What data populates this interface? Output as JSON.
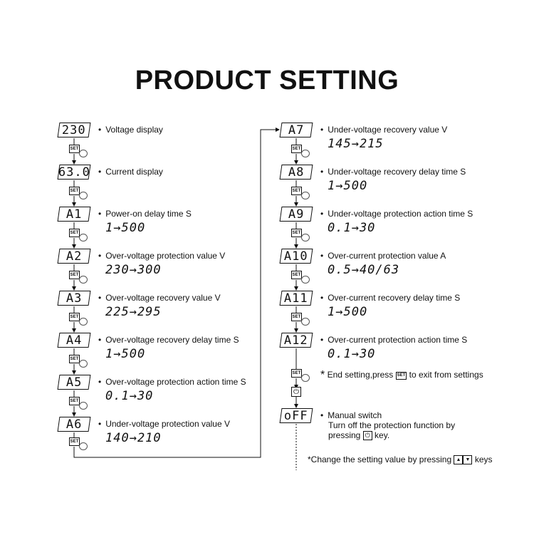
{
  "title": "PRODUCT SETTING",
  "left_steps": [
    {
      "display": "230",
      "label": "Voltage display",
      "range": ""
    },
    {
      "display": "63.0",
      "label": "Current display",
      "range": ""
    },
    {
      "display": "A1",
      "label": "Power-on delay time S",
      "range": "1→500"
    },
    {
      "display": "A2",
      "label": "Over-voltage protection value V",
      "range": "230→300"
    },
    {
      "display": "A3",
      "label": "Over-voltage recovery value V",
      "range": "225→295"
    },
    {
      "display": "A4",
      "label": "Over-voltage recovery delay time S",
      "range": "1→500"
    },
    {
      "display": "A5",
      "label": "Over-voltage protection action time S",
      "range": "0.1→30"
    },
    {
      "display": "A6",
      "label": "Under-voltage protection value V",
      "range": "140→210"
    }
  ],
  "right_steps": [
    {
      "display": "A7",
      "label": "Under-voltage recovery value V",
      "range": "145→215"
    },
    {
      "display": "A8",
      "label": "Under-voltage recovery delay time S",
      "range": "1→500"
    },
    {
      "display": "A9",
      "label": "Under-voltage protection action time S",
      "range": "0.1→30"
    },
    {
      "display": "A10",
      "label": "Over-current protection value A",
      "range": "0.5→40/63"
    },
    {
      "display": "A11",
      "label": "Over-current recovery delay time S",
      "range": "1→500"
    },
    {
      "display": "A12",
      "label": "Over-current protection action time S",
      "range": "0.1→30"
    }
  ],
  "set_key": "SET",
  "end_note": {
    "prefix": "End setting,press",
    "suffix": "to exit from settings"
  },
  "off_display": "oFF",
  "manual": {
    "line1": "Manual switch",
    "line2": "Turn off the protection function by",
    "line3_prefix": "pressing",
    "line3_suffix": "key."
  },
  "footer_note": {
    "prefix": "*Change the setting value by pressing",
    "suffix": "keys"
  },
  "glyphs": {
    "bullet": "•",
    "asterisk": "*",
    "power": "⏻",
    "up": "▲",
    "down": "▼"
  }
}
